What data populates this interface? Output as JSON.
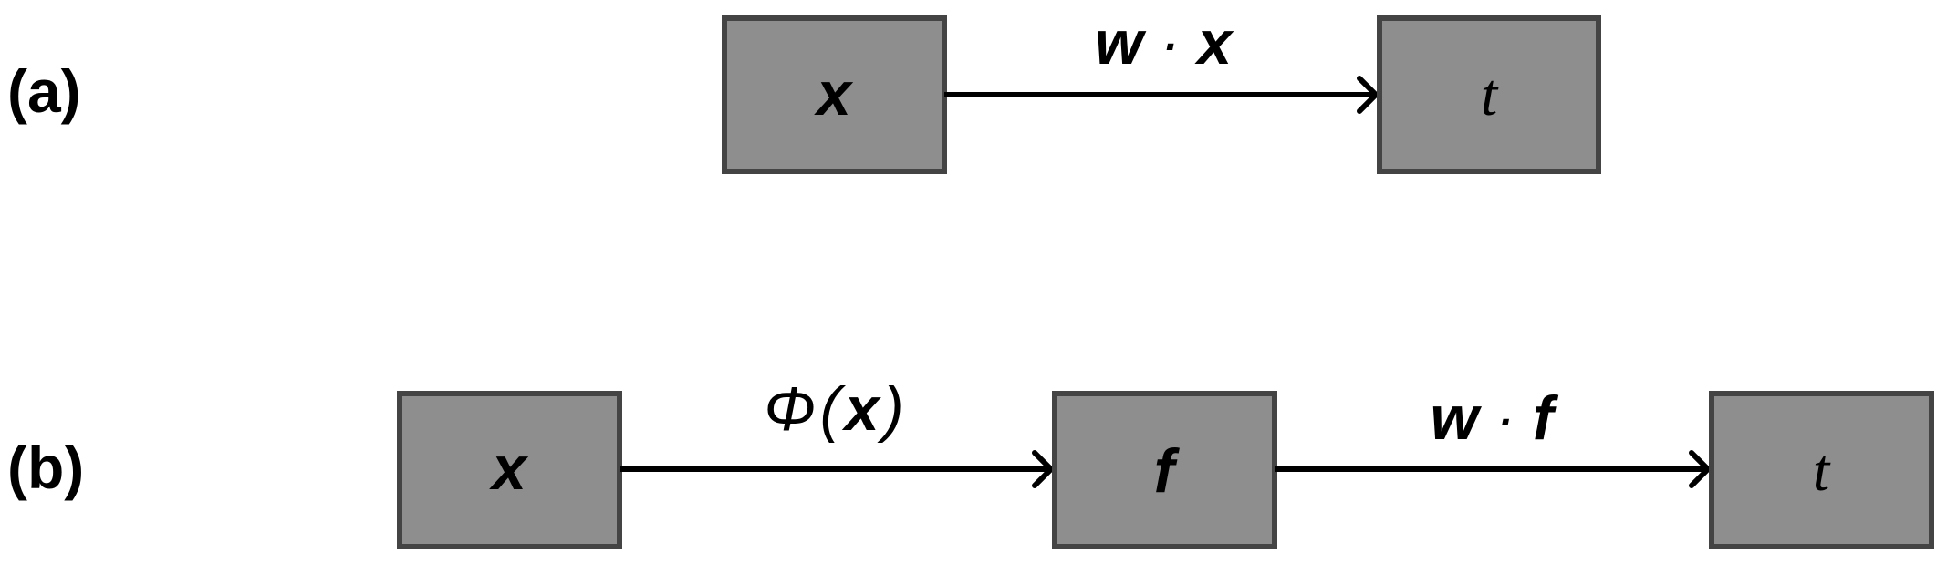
{
  "panels": {
    "a": {
      "label": "(a)",
      "nodes": {
        "input": "x",
        "output": "t"
      },
      "edge": {
        "left": "w",
        "dot": "·",
        "right": "x"
      }
    },
    "b": {
      "label": "(b)",
      "nodes": {
        "input": "x",
        "feature": "f",
        "output": "t"
      },
      "edge1": {
        "phi": "Φ",
        "open": "(",
        "arg": "x",
        "close": ")"
      },
      "edge2": {
        "left": "w",
        "dot": "·",
        "right": "f"
      }
    }
  },
  "colors": {
    "box_fill": "#8e8e8e",
    "box_border": "#444444",
    "text": "#000000"
  }
}
